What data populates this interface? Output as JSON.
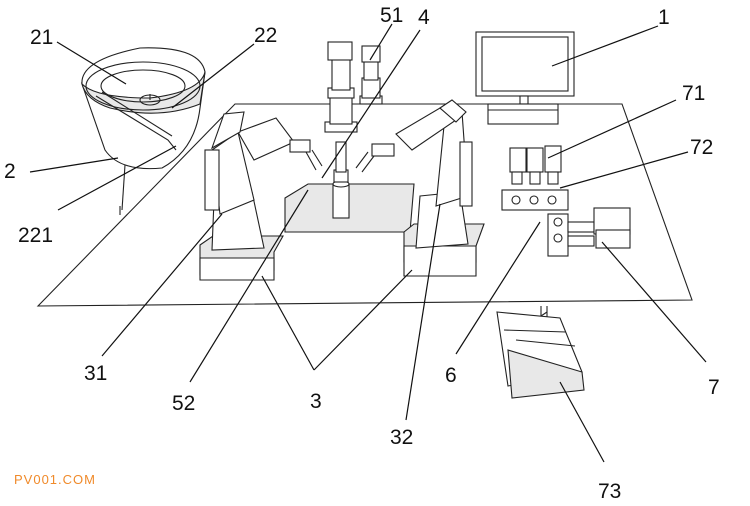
{
  "labels": {
    "l1": "1",
    "l2": "2",
    "l3": "3",
    "l4": "4",
    "l6": "6",
    "l7": "7",
    "l21": "21",
    "l22": "22",
    "l221": "221",
    "l31": "31",
    "l32": "32",
    "l51": "51",
    "l52": "52",
    "l71": "71",
    "l72": "72",
    "l73": "73"
  },
  "watermark": "PV001.COM",
  "colors": {
    "line": "#222222",
    "watermark": "#f08a2a",
    "shade": "#e8e8e8"
  }
}
